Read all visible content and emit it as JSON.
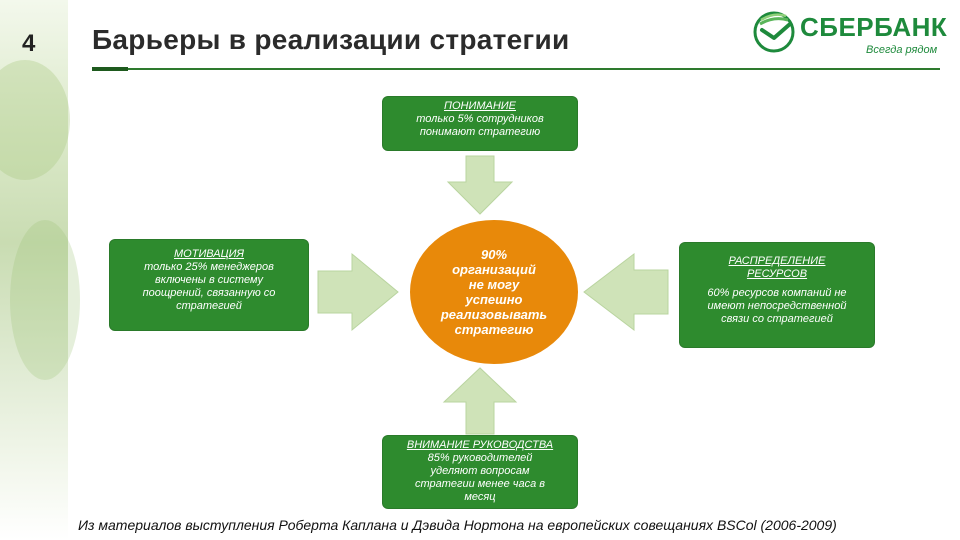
{
  "slide_number": "4",
  "title": "Барьеры в реализации стратегии",
  "logo": {
    "name": "СБЕРБАНК",
    "tagline": "Всегда рядом",
    "icon": "sberbank-logo-icon",
    "color": "#1e8a3c"
  },
  "colors": {
    "box_green": "#2e8b2e",
    "arrow_green": "#cfe3b8",
    "center_orange": "#e8890a"
  },
  "center": {
    "lines": [
      "90%",
      "организаций",
      "не могу",
      "успешно",
      "реализовывать",
      "стратегию"
    ]
  },
  "barriers": {
    "top": {
      "heading": "ПОНИМАНИЕ",
      "lines": [
        "только 5% сотрудников",
        "понимают стратегию"
      ]
    },
    "left": {
      "heading": "МОТИВАЦИЯ",
      "lines": [
        "только 25% менеджеров",
        "включены в систему",
        "поощрений, связанную со",
        "стратегией"
      ]
    },
    "right": {
      "heading_lines": [
        "РАСПРЕДЕЛЕНИЕ",
        "РЕСУРСОВ"
      ],
      "lines": [
        "60% ресурсов компаний не",
        "имеют непосредственной",
        "связи со стратегией"
      ]
    },
    "bottom": {
      "heading": "ВНИМАНИЕ РУКОВОДСТВА",
      "lines": [
        "85% руководителей",
        "уделяют вопросам",
        "стратегии менее часа в",
        "месяц"
      ]
    }
  },
  "footer": "Из материалов выступления Роберта Каплана и Дэвида Нортона на европейских совещаниях BSCol (2006-2009)"
}
